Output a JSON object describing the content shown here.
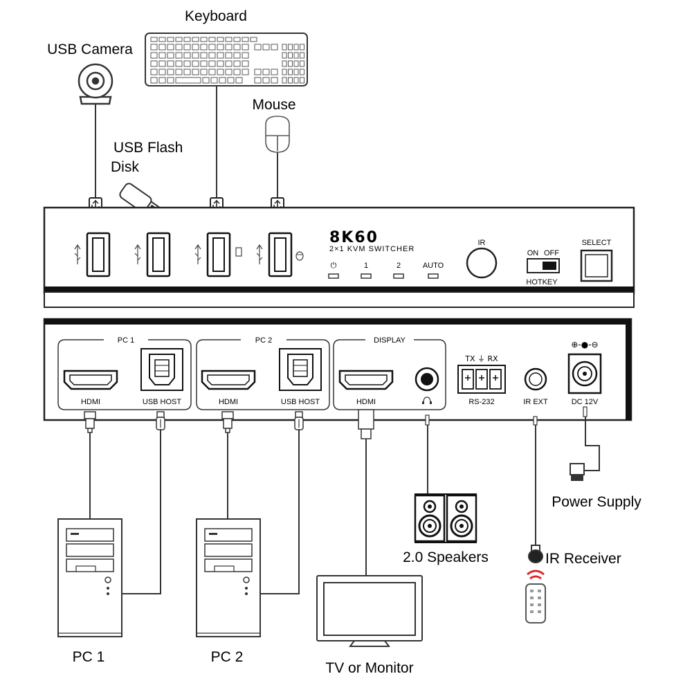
{
  "devices": {
    "usb_camera": "USB Camera",
    "keyboard": "Keyboard",
    "mouse": "Mouse",
    "usb_flash_disk_line1": "USB Flash",
    "usb_flash_disk_line2": "Disk",
    "pc1": "PC 1",
    "pc2": "PC 2",
    "tv_monitor": "TV or Monitor",
    "speakers": "2.0 Speakers",
    "ir_receiver": "IR Receiver",
    "power_supply": "Power Supply"
  },
  "front_panel": {
    "brand": "8K60",
    "model": "2×1 KVM SWITCHER",
    "leds": [
      "⏻",
      "1",
      "2",
      "AUTO"
    ],
    "ir_label": "IR",
    "hotkey_on": "ON",
    "hotkey_off": "OFF",
    "hotkey_label": "HOTKEY",
    "select_label": "SELECT"
  },
  "rear_panel": {
    "group_pc1": "PC 1",
    "group_pc2": "PC 2",
    "group_display": "DISPLAY",
    "hdmi": "HDMI",
    "usb_host": "USB HOST",
    "rs232_pins": "TX ⏚ RX",
    "rs232": "RS-232",
    "ir_ext": "IR EXT",
    "dc": "DC 12V",
    "dc_polarity": "⊕-●-⊖"
  },
  "colors": {
    "line": "#1a1a1a",
    "stroke": "#333333",
    "remote_signal": "#e0242a"
  },
  "icons": [
    "usb-camera-icon",
    "keyboard-icon",
    "mouse-icon",
    "usb-flash-disk-icon",
    "usb-plug-icon",
    "hdmi-port-icon",
    "usb-b-port-icon",
    "audio-jack-icon",
    "rs232-terminal-icon",
    "dc-jack-icon",
    "pc-tower-icon",
    "monitor-icon",
    "speaker-icon",
    "ir-receiver-icon",
    "remote-control-icon",
    "power-adapter-icon"
  ]
}
